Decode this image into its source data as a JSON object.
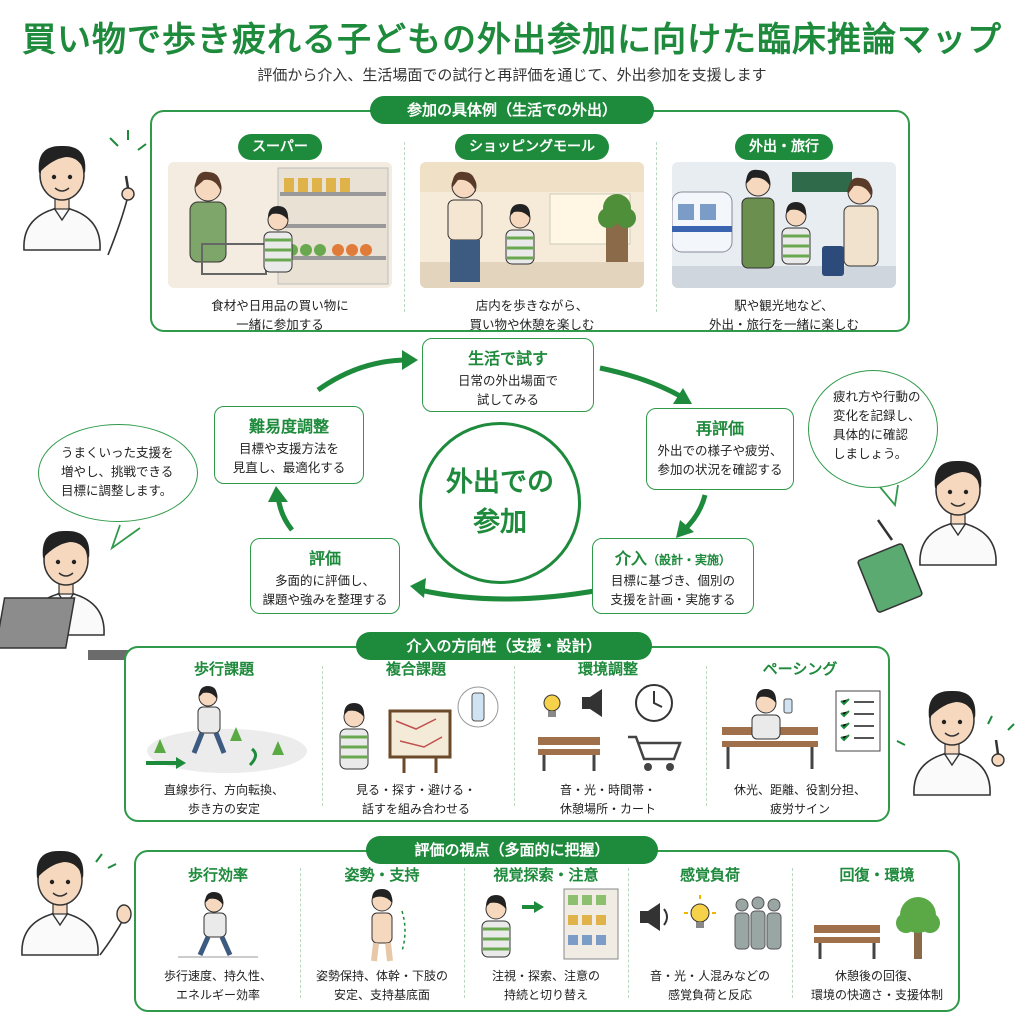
{
  "title": "買い物で歩き疲れる子どもの外出参加に向けた臨床推論マップ",
  "subtitle": "評価から介入、生活場面での試行と再評価を通じて、外出参加を支援します",
  "examples": {
    "header": "参加の具体例（生活での外出）",
    "items": [
      {
        "label": "スーパー",
        "line1": "食材や日用品の買い物に",
        "line2": "一緒に参加する"
      },
      {
        "label": "ショッピングモール",
        "line1": "店内を歩きながら、",
        "line2": "買い物や休憩を楽しむ"
      },
      {
        "label": "外出・旅行",
        "line1": "駅や観光地など、",
        "line2": "外出・旅行を一緒に楽しむ"
      }
    ]
  },
  "cycle": {
    "center_line1": "外出での",
    "center_line2": "参加",
    "try": {
      "title": "生活で試す",
      "line1": "日常の外出場面で",
      "line2": "試してみる"
    },
    "reeval": {
      "title": "再評価",
      "line1": "外出での様子や疲労、",
      "line2": "参加の状況を確認する"
    },
    "intervention": {
      "title": "介入",
      "title_sub": "（設計・実施）",
      "line1": "目標に基づき、個別の",
      "line2": "支援を計画・実施する"
    },
    "evaluation": {
      "title": "評価",
      "line1": "多面的に評価し、",
      "line2": "課題や強みを整理する"
    },
    "difficulty": {
      "title": "難易度調整",
      "line1": "目標や支援方法を",
      "line2": "見直し、最適化する"
    }
  },
  "bubbles": {
    "left": {
      "line1": "うまくいった支援を",
      "line2": "増やし、挑戦できる",
      "line3": "目標に調整します。"
    },
    "right": {
      "line1": "疲れ方や行動の",
      "line2": "変化を記録し、",
      "line3": "具体的に確認",
      "line4": "しましょう。"
    }
  },
  "interventions": {
    "header": "介入の方向性（支援・設計）",
    "items": [
      {
        "title": "歩行課題",
        "line1": "直線歩行、方向転換、",
        "line2": "歩き方の安定"
      },
      {
        "title": "複合課題",
        "line1": "見る・探す・避ける・",
        "line2": "話すを組み合わせる"
      },
      {
        "title": "環境調整",
        "line1": "音・光・時間帯・",
        "line2": "休憩場所・カート"
      },
      {
        "title": "ペーシング",
        "line1": "休光、距離、役割分担、",
        "line2": "疲労サイン"
      }
    ]
  },
  "perspectives": {
    "header": "評価の視点（多面的に把握）",
    "items": [
      {
        "title": "歩行効率",
        "line1": "歩行速度、持久性、",
        "line2": "エネルギー効率"
      },
      {
        "title": "姿勢・支持",
        "line1": "姿勢保持、体幹・下肢の",
        "line2": "安定、支持基底面"
      },
      {
        "title": "視覚探索・注意",
        "line1": "注視・探索、注意の",
        "line2": "持続と切り替え"
      },
      {
        "title": "感覚負荷",
        "line1": "音・光・人混みなどの",
        "line2": "感覚負荷と反応"
      },
      {
        "title": "回復・環境",
        "line1": "休憩後の回復、",
        "line2": "環境の快適さ・支援体制"
      }
    ]
  },
  "colors": {
    "accent": "#1e8a3c",
    "border": "#2f9a4a"
  }
}
